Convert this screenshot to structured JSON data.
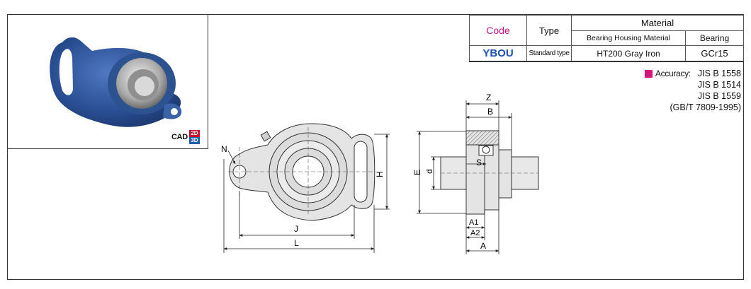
{
  "table": {
    "code_header": "Code",
    "type_header": "Type",
    "material_header": "Material",
    "housing_header": "Bearing Housing Material",
    "bearing_header": "Bearing",
    "code_value": "YBOU",
    "type_value": "Standard type",
    "housing_value": "HT200 Gray Iron",
    "bearing_value": "GCr15"
  },
  "accuracy": {
    "label": "Accuracy:",
    "standards": [
      "JIS  B 1558",
      "JIS  B 1514",
      "JIS  B 1559",
      "(GB/T 7809-1995)"
    ]
  },
  "cad": {
    "label": "CAD",
    "d2": "2D",
    "d3": "3D"
  },
  "dims": {
    "N": "N",
    "H": "H",
    "J": "J",
    "L": "L",
    "Z": "Z",
    "B": "B",
    "S": "S",
    "E": "E",
    "d": "d",
    "A1": "A1",
    "A2": "A2",
    "A": "A"
  },
  "colors": {
    "code": "#c0148c",
    "value": "#1a50b8",
    "housing_photo": "#2a4f94",
    "bullet": "#d4147a"
  }
}
